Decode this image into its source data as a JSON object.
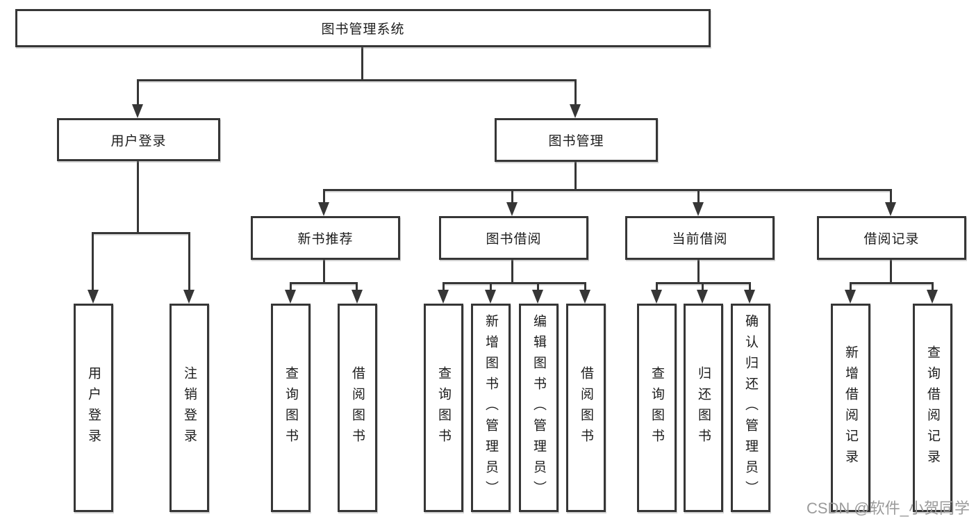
{
  "colors": {
    "line": "#363636",
    "text": "#1c1c1c",
    "box_bg": "#ffffff",
    "watermark": "#9b9b9b"
  },
  "watermark": {
    "text": "CSDN @软件_小贺同学"
  },
  "diagram": {
    "type": "tree",
    "root": {
      "label": "图书管理系统"
    },
    "branches": [
      {
        "label": "用户登录",
        "children": [
          {
            "label": "用户登录"
          },
          {
            "label": "注销登录"
          }
        ]
      },
      {
        "label": "图书管理",
        "children": [
          {
            "label": "新书推荐",
            "children": [
              {
                "label": "查询图书"
              },
              {
                "label": "借阅图书"
              }
            ]
          },
          {
            "label": "图书借阅",
            "children": [
              {
                "label": "查询图书"
              },
              {
                "label": "新增图书（管理员）"
              },
              {
                "label": "编辑图书（管理员）"
              },
              {
                "label": "借阅图书"
              }
            ]
          },
          {
            "label": "当前借阅",
            "children": [
              {
                "label": "查询图书"
              },
              {
                "label": "归还图书"
              },
              {
                "label": "确认归还（管理员）"
              }
            ]
          },
          {
            "label": "借阅记录",
            "children": [
              {
                "label": "新增借阅记录"
              },
              {
                "label": "查询借阅记录"
              }
            ]
          }
        ]
      }
    ]
  }
}
